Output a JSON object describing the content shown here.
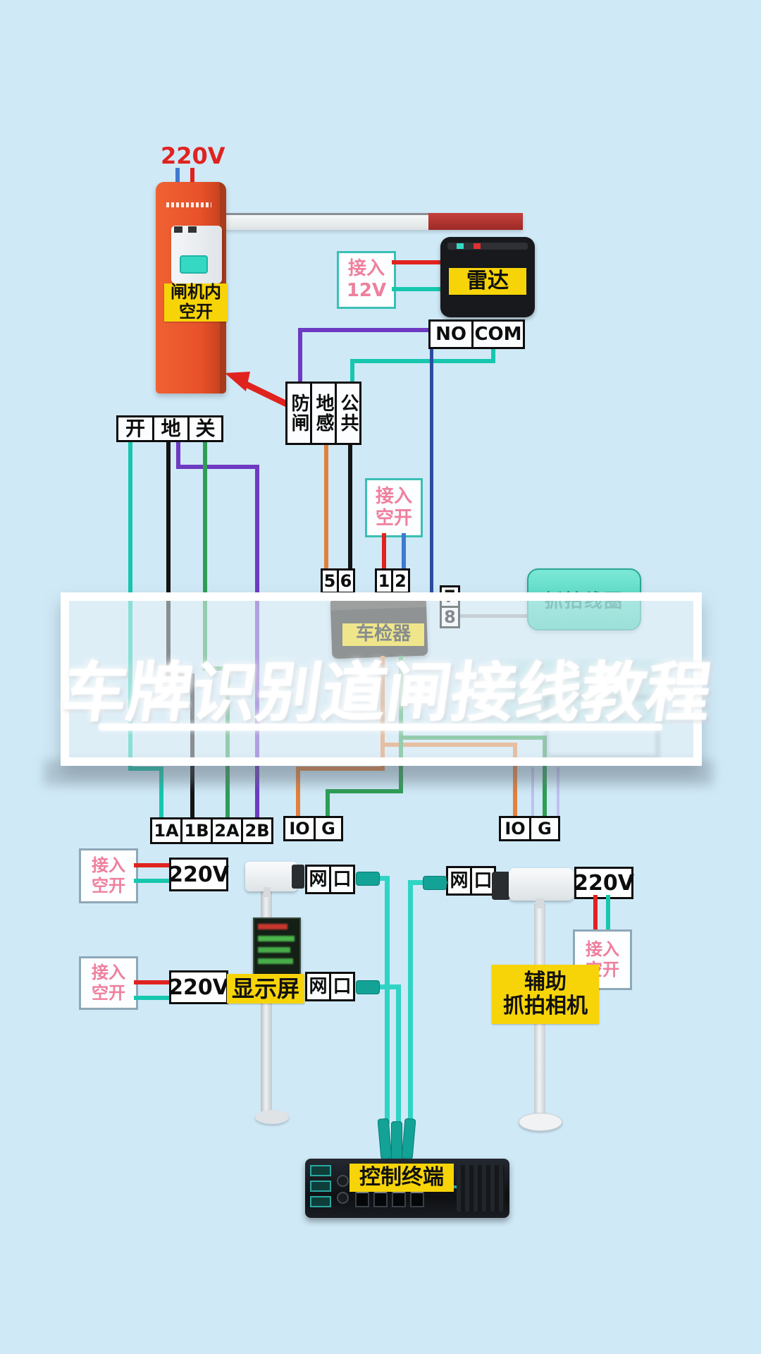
{
  "colors": {
    "bg": "#cfe9f7",
    "yellow": "#f7d408",
    "pink": "#ef7f9d",
    "gate_orange": "#e8512a",
    "gate_edge": "#a93a1c",
    "arm_red": "#b8312f",
    "wire_red": "#e0231f",
    "wire_blue": "#3f7ad0",
    "wire_teal": "#17c7ad",
    "wire_black": "#141414",
    "wire_purple": "#6e3ac2",
    "wire_green": "#2f9e55",
    "wire_orange": "#e2803d",
    "wire_navy": "#2b4ba0",
    "cable_teal": "#2fd4c4",
    "coil_teal": "#4ed8c3"
  },
  "top": {
    "power": "220V",
    "breaker": [
      "闸机内",
      "空开"
    ],
    "radar": "雷达",
    "radar_power": [
      "接入",
      "12V"
    ],
    "relay": [
      "NO",
      "COM"
    ],
    "gate_io": [
      "开",
      "地",
      "关"
    ],
    "ctrl_io": [
      "防闸",
      "地感",
      "公共"
    ],
    "t56": [
      "5",
      "6"
    ],
    "t12": [
      "1",
      "2"
    ],
    "t78": [
      "7",
      "8"
    ],
    "breaker_in": [
      "接入",
      "空开"
    ],
    "detector": "车检器",
    "coil": "抓拍线圈"
  },
  "title": {
    "text": "车牌识别道闸接线教程"
  },
  "bottom": {
    "tq": [
      "1A",
      "1B",
      "2A",
      "2B"
    ],
    "iog1": [
      "IO",
      "G"
    ],
    "iog2": [
      "IO",
      "G"
    ],
    "power1": "220V",
    "power2": "220V",
    "power3": "220V",
    "breaker1": [
      "接入",
      "空开"
    ],
    "breaker2": [
      "接入",
      "空开"
    ],
    "breaker3": [
      "接入",
      "空开"
    ],
    "net1": [
      "网",
      "口"
    ],
    "net2": [
      "网",
      "口"
    ],
    "net3": [
      "网",
      "口"
    ],
    "display": "显示屏",
    "aux_cam": [
      "辅助",
      "抓拍相机"
    ],
    "terminal": "控制终端"
  }
}
